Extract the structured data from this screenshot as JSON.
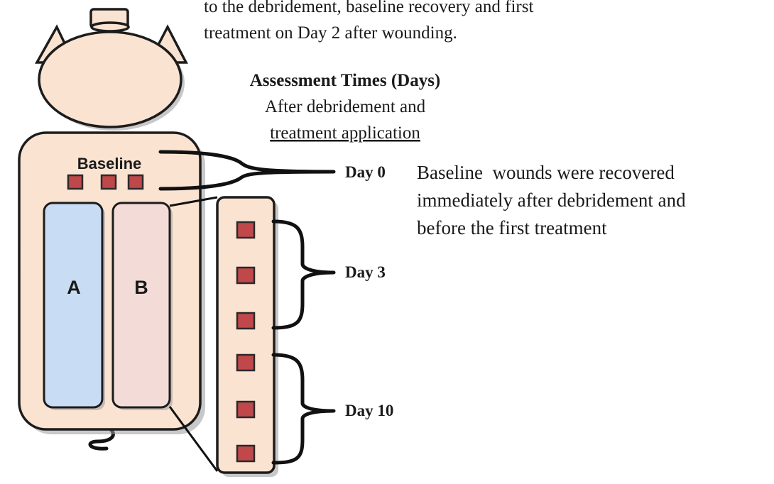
{
  "intro_text": {
    "line1": "to the debridement, baseline recovery and first",
    "line2": "treatment on Day 2 after wounding."
  },
  "assessment": {
    "heading": "Assessment Times (Days)",
    "subtitle_line1": "After debridement and",
    "subtitle_line2": "treatment application"
  },
  "pig": {
    "baseline_label": "Baseline",
    "region_a_label": "A",
    "region_b_label": "B",
    "region_a_color": "#c8dcf3",
    "region_b_color": "#f3dcd7",
    "skin_color": "#fbe3d2",
    "wound_color": "#c0474a"
  },
  "timepoints": [
    {
      "label": "Day 0"
    },
    {
      "label": "Day 3"
    },
    {
      "label": "Day 10"
    }
  ],
  "baseline_note": {
    "line1": "Baseline  wounds were recovered",
    "line2": "immediately after debridement and",
    "line3": "before the first treatment"
  }
}
